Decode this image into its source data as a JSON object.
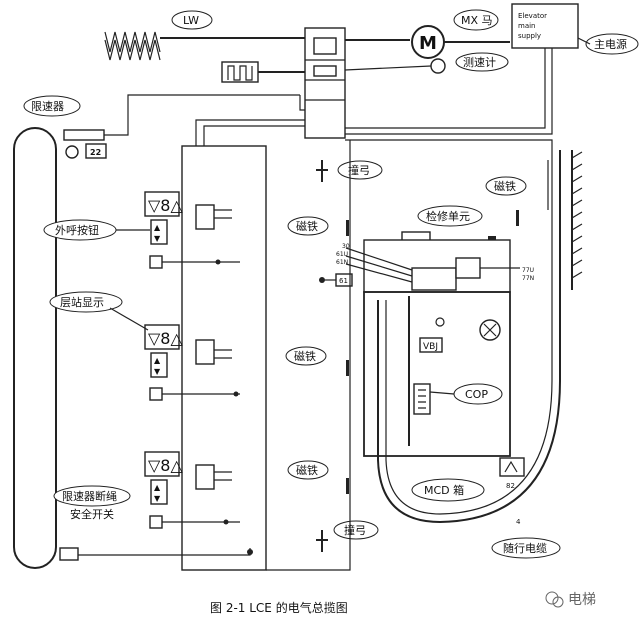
{
  "labels": {
    "lw": "LW",
    "mx": "MX 马",
    "elevator_supply": [
      "Elevator",
      "main",
      "supply"
    ],
    "main_power": "主电源",
    "speedometer": "测速计",
    "governor": "限速器",
    "governor_num": "22",
    "hall_button": "外呼按钮",
    "floor_display": "层站显示",
    "indicator_digit": "▽8△",
    "governor_switch": [
      "限速器断绳",
      "安全开关"
    ],
    "buffer_top": "撞弓",
    "buffer_bottom": "撞弓",
    "magnet_1": "磁铁",
    "magnet_2": "磁铁",
    "magnet_3": "磁铁",
    "magnet_4": "磁铁",
    "inspection": "检修单元",
    "vbj": "VBJ",
    "cop": "COP",
    "mcd": "MCD 箱",
    "travel_cable": "随行电缆",
    "cab_terms": [
      "30",
      "61U",
      "61N",
      "61"
    ],
    "cab_right_terms": [
      "77U",
      "77N"
    ],
    "num_82": "82",
    "num_4": "4",
    "caption": "图 2-1   LCE 的电气总揽图",
    "watermark": "电梯"
  },
  "colors": {
    "line": "#222222",
    "background": "#ffffff"
  }
}
